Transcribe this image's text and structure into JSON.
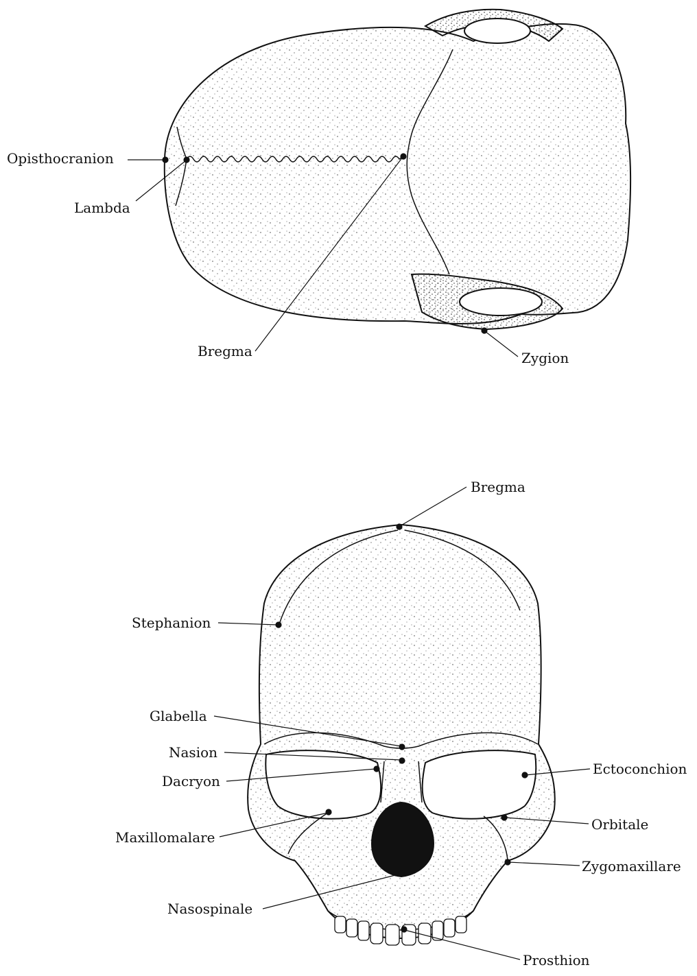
{
  "figure": {
    "superior_view": {
      "labels": {
        "opisthocranion": "Opisthocranion",
        "lambda": "Lambda",
        "bregma": "Bregma",
        "zygion": "Zygion"
      }
    },
    "frontal_view": {
      "labels": {
        "bregma": "Bregma",
        "stephanion": "Stephanion",
        "glabella": "Glabella",
        "nasion": "Nasion",
        "dacryon": "Dacryon",
        "maxillomalare": "Maxillomalare",
        "nasospinale": "Nasospinale",
        "ectoconchion": "Ectoconchion",
        "orbitale": "Orbitale",
        "zygomaxillare": "Zygomaxillare",
        "prosthion": "Prosthion"
      }
    }
  },
  "colors": {
    "ink": "#111111",
    "paper": "#ffffff"
  }
}
